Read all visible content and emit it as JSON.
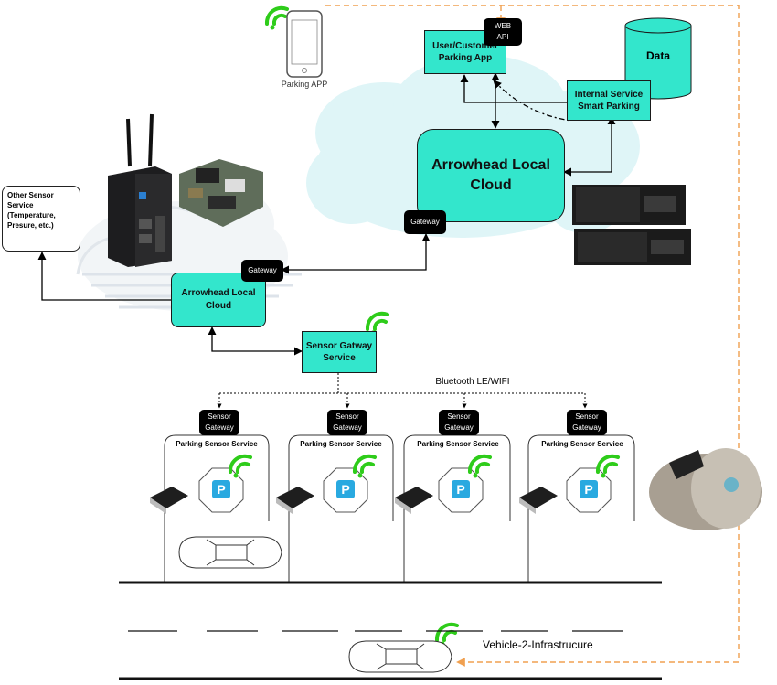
{
  "apps": {
    "parking_app_label": "Parking APP",
    "user_app_label": "User/Customer\nParking App",
    "web_api_label": "WEB\nAPI"
  },
  "cloud_main": {
    "label": "Arrowhead Local\nCloud",
    "gateway_label": "Gateway"
  },
  "data_store": {
    "label": "Data"
  },
  "internal_service": {
    "label": "Internal Service\nSmart Parking"
  },
  "local_cloud": {
    "label": "Arrowhead Local\nCloud",
    "gateway_label": "Gateway"
  },
  "other_sensor": {
    "label": "Other Sensor\nService\n(Temperature,\nPresure, etc.)"
  },
  "sensor_gateway_service": {
    "label": "Sensor Gatway\nService"
  },
  "bluetooth_label": "Bluetooth LE/WIFI",
  "parking_units": [
    {
      "gateway_label": "Sensor\nGateway",
      "service_label": "Parking Sensor Service",
      "badge": "P"
    },
    {
      "gateway_label": "Sensor\nGateway",
      "service_label": "Parking Sensor Service",
      "badge": "P"
    },
    {
      "gateway_label": "Sensor\nGateway",
      "service_label": "Parking Sensor Service",
      "badge": "P"
    },
    {
      "gateway_label": "Sensor\nGateway",
      "service_label": "Parking Sensor Service",
      "badge": "P"
    }
  ],
  "v2i_label": "Vehicle-2-Infrastrucure",
  "colors": {
    "teal": "#33e6cc",
    "cloud": "#dff5f7",
    "badge_blue": "#29a9e0",
    "wifi_green": "#2ecc1a",
    "dashed_orange": "#f0a050"
  }
}
